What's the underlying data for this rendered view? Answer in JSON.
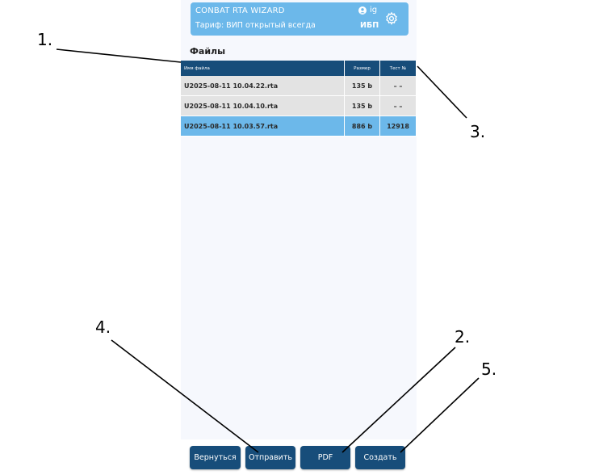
{
  "header": {
    "app_title": "CONBAT RTA WIZARD",
    "tariff": "Тариф: ВИП открытый всегда",
    "user": "ig",
    "org": "ИБП"
  },
  "section_title": "Файлы",
  "table": {
    "columns": [
      "Имя файла",
      "Размер",
      "Тест №"
    ],
    "rows": [
      {
        "name": "U2025-08-11 10.04.22.rta",
        "size": "135 b",
        "test": "– –",
        "selected": false
      },
      {
        "name": "U2025-08-11 10.04.10.rta",
        "size": "135 b",
        "test": "– –",
        "selected": false
      },
      {
        "name": "U2025-08-11 10.03.57.rta",
        "size": "886 b",
        "test": "12918",
        "selected": true
      }
    ]
  },
  "buttons": {
    "back": "Вернуться",
    "send": "Отправить",
    "pdf": "PDF",
    "create": "Создать"
  },
  "callouts": [
    "1.",
    "2.",
    "3.",
    "4.",
    "5."
  ],
  "colors": {
    "accent": "#6cb8ea",
    "primary": "#174d7a",
    "row_bg": "#e3e3e3"
  }
}
